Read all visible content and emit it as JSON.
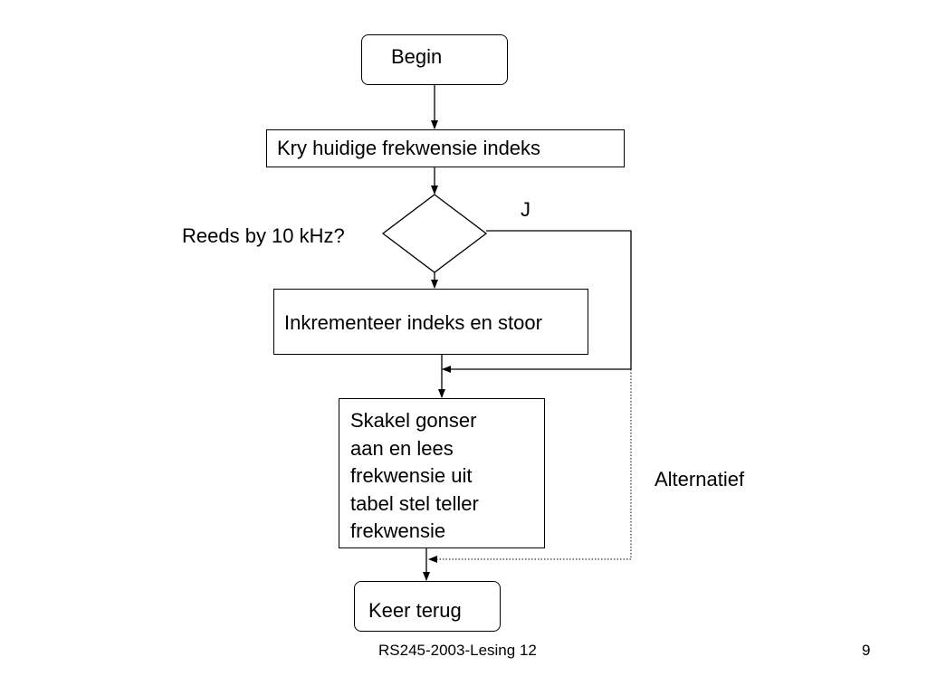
{
  "flowchart": {
    "begin": "Begin",
    "get_index": "Kry huidige frekwensie indeks",
    "decision": "Reeds by 10 kHz?",
    "decision_yes": "J",
    "increment": "Inkrementeer indeks en stoor",
    "switch_lines": [
      "Skakel gonser",
      "aan en lees",
      "frekwensie uit",
      "tabel stel teller",
      "frekwensie"
    ],
    "alternative": "Alternatief",
    "return": "Keer terug"
  },
  "footer": {
    "course": "RS245-2003-Lesing 12",
    "page_number": "9"
  }
}
